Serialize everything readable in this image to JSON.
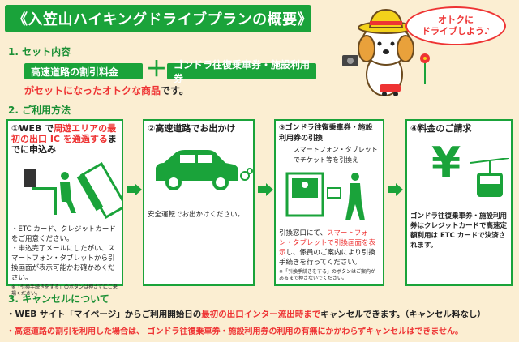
{
  "title": "《入笠山ハイキングドライブプランの概要》",
  "bubble": {
    "line1": "オトクに",
    "line2": "ドライブしよう♪"
  },
  "section1": {
    "heading": "1. セット内容",
    "pill_left": "高速道路の割引料金",
    "plus": "＋",
    "pill_right": "ゴンドラ往復乗車券・施設利用券",
    "summary_red": "がセットになったオトクな商品",
    "summary_rest": "です。"
  },
  "section2": {
    "heading": "2. ご利用方法",
    "steps": [
      {
        "title_a": "①WEB で",
        "title_red": "周遊エリアの最初の出口 IC を通過する",
        "title_b": "までに申込み",
        "notes": [
          "・ETC カード、クレジットカードをご用意ください。",
          "・申込完了メールにしたがい、スマートフォン・タブレットから引換画面が表示可能かお確かめください。"
        ],
        "tiny": "※「引換手続きをする」のボタンは押さずにご来場ください。"
      },
      {
        "title": "②高速道路でお出かけ",
        "notes": [
          "安全運転でお出かけください。"
        ]
      },
      {
        "title": "③ゴンドラ往復乗車券・施設利用券の引換",
        "subtitle": "スマートフォン・タブレットでチケット等を引換え",
        "notes_a": "引換窓口にて、",
        "notes_red": "スマートフォン・タブレットで引換画面を表示",
        "notes_b": "し、係員のご案内により引換手続きを行ってください。",
        "tiny": "※「引換手続きをする」のボタンはご案内があるまで押さないでください。"
      },
      {
        "title": "④料金のご請求",
        "notes": [
          "ゴンドラ往復乗車券・施設利用券はクレジットカードで高速定額利用は ETC カードで決済されます。"
        ]
      }
    ]
  },
  "section3": {
    "heading": "3. キャンセルについて",
    "line1_a": "・WEB サイト「マイページ」からご利用開始日の",
    "line1_red": "最初の出口インター流出時まで",
    "line1_b": "キャンセルできます。（キャンセル料なし）",
    "line2": "・高速道路の割引を利用した場合は、 ゴンドラ往復乗車券・施設利用券の利用の有無にかかわらずキャンセルはできません。"
  },
  "icons": {
    "yen": "¥",
    "arrow": "arrow-right-icon"
  },
  "colors": {
    "green": "#1aa33a",
    "red": "#e33333",
    "background": "#fbeed2"
  }
}
